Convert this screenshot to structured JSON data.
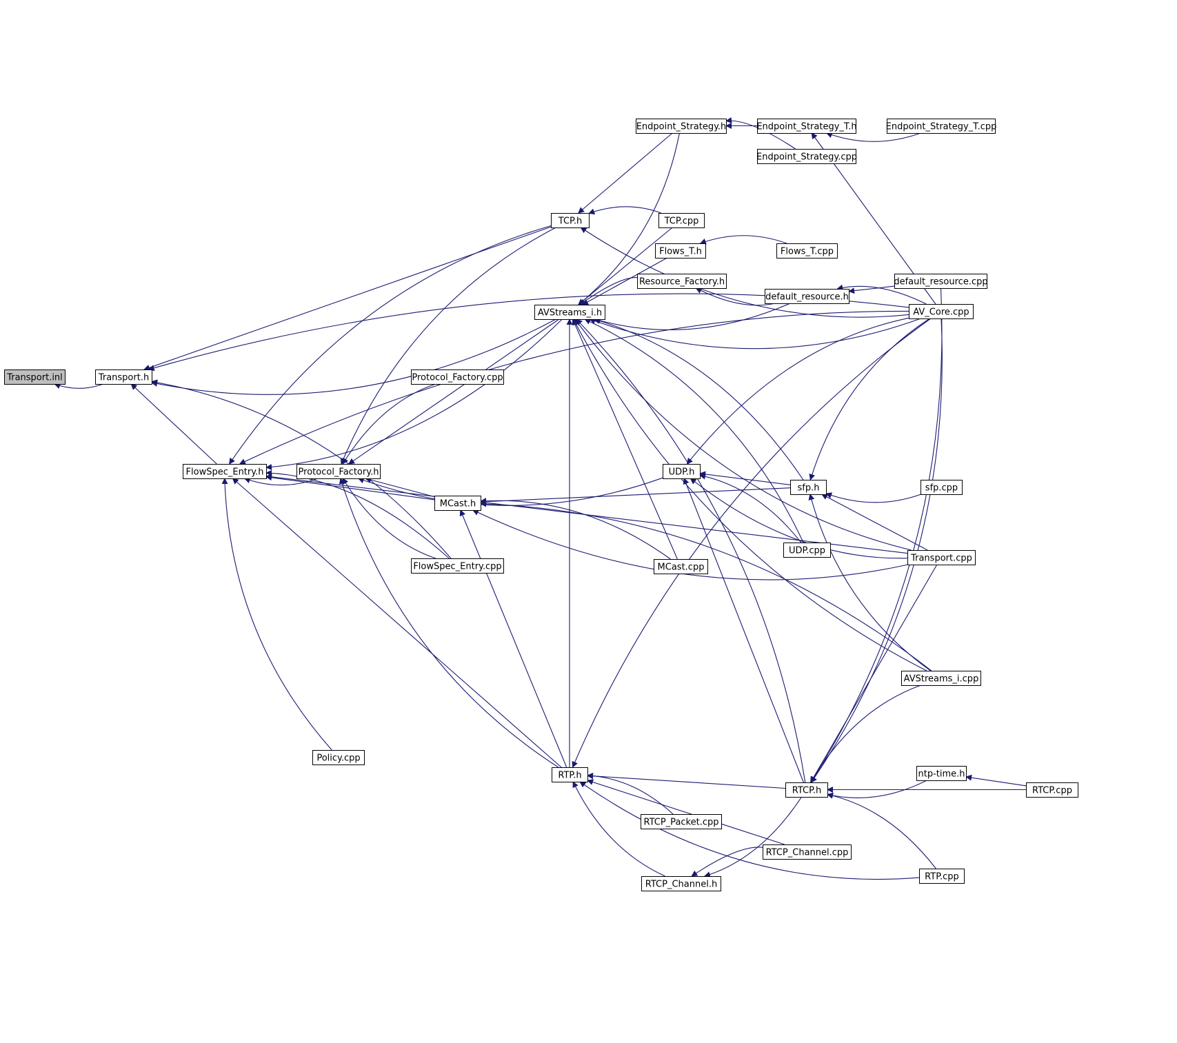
{
  "graph": {
    "title": "",
    "colors": {
      "edge": "#191970",
      "node_fill": "#ffffff",
      "root_fill": "#bfbfbf",
      "border": "#000000"
    },
    "nodes": [
      {
        "id": "transport_inl",
        "label": "Transport.inl",
        "root": true
      },
      {
        "id": "transport_h",
        "label": "Transport.h"
      },
      {
        "id": "flowspec_entry_h",
        "label": "FlowSpec_Entry.h"
      },
      {
        "id": "protocol_factory_h",
        "label": "Protocol_Factory.h"
      },
      {
        "id": "protocol_factory_cpp",
        "label": "Protocol_Factory.cpp"
      },
      {
        "id": "mcast_h",
        "label": "MCast.h"
      },
      {
        "id": "flowspec_entry_cpp",
        "label": "FlowSpec_Entry.cpp"
      },
      {
        "id": "policy_cpp",
        "label": "Policy.cpp"
      },
      {
        "id": "tcp_h",
        "label": "TCP.h"
      },
      {
        "id": "tcp_cpp",
        "label": "TCP.cpp"
      },
      {
        "id": "avstreams_i_h",
        "label": "AVStreams_i.h"
      },
      {
        "id": "endpoint_strategy_h",
        "label": "Endpoint_Strategy.h"
      },
      {
        "id": "endpoint_strategy_t_h",
        "label": "Endpoint_Strategy_T.h"
      },
      {
        "id": "endpoint_strategy_t_cpp",
        "label": "Endpoint_Strategy_T.cpp"
      },
      {
        "id": "endpoint_strategy_cpp",
        "label": "Endpoint_Strategy.cpp"
      },
      {
        "id": "flows_t_h",
        "label": "Flows_T.h"
      },
      {
        "id": "flows_t_cpp",
        "label": "Flows_T.cpp"
      },
      {
        "id": "resource_factory_h",
        "label": "Resource_Factory.h"
      },
      {
        "id": "default_resource_h",
        "label": "default_resource.h"
      },
      {
        "id": "default_resource_cpp",
        "label": "default_resource.cpp"
      },
      {
        "id": "av_core_cpp",
        "label": "AV_Core.cpp"
      },
      {
        "id": "udp_h",
        "label": "UDP.h"
      },
      {
        "id": "sfp_h",
        "label": "sfp.h"
      },
      {
        "id": "sfp_cpp",
        "label": "sfp.cpp"
      },
      {
        "id": "udp_cpp",
        "label": "UDP.cpp"
      },
      {
        "id": "mcast_cpp",
        "label": "MCast.cpp"
      },
      {
        "id": "transport_cpp",
        "label": "Transport.cpp"
      },
      {
        "id": "avstreams_i_cpp",
        "label": "AVStreams_i.cpp"
      },
      {
        "id": "rtp_h",
        "label": "RTP.h"
      },
      {
        "id": "rtcp_h",
        "label": "RTCP.h"
      },
      {
        "id": "ntp_time_h",
        "label": "ntp-time.h"
      },
      {
        "id": "rtcp_cpp",
        "label": "RTCP.cpp"
      },
      {
        "id": "rtcp_packet_cpp",
        "label": "RTCP_Packet.cpp"
      },
      {
        "id": "rtcp_channel_cpp",
        "label": "RTCP_Channel.cpp"
      },
      {
        "id": "rtcp_channel_h",
        "label": "RTCP_Channel.h"
      },
      {
        "id": "rtp_cpp",
        "label": "RTP.cpp"
      }
    ],
    "edges": [
      [
        "transport_h",
        "transport_inl"
      ],
      [
        "flowspec_entry_h",
        "transport_h"
      ],
      [
        "flowspec_entry_cpp",
        "transport_h"
      ],
      [
        "avstreams_i_h",
        "transport_h"
      ],
      [
        "tcp_h",
        "transport_h"
      ],
      [
        "av_core_cpp",
        "transport_h"
      ],
      [
        "protocol_factory_h",
        "flowspec_entry_h"
      ],
      [
        "mcast_h",
        "flowspec_entry_h"
      ],
      [
        "flowspec_entry_cpp",
        "flowspec_entry_h"
      ],
      [
        "policy_cpp",
        "flowspec_entry_h"
      ],
      [
        "rtp_h",
        "flowspec_entry_h"
      ],
      [
        "tcp_h",
        "flowspec_entry_h"
      ],
      [
        "avstreams_i_h",
        "flowspec_entry_h"
      ],
      [
        "transport_cpp",
        "flowspec_entry_h"
      ],
      [
        "av_core_cpp",
        "flowspec_entry_h"
      ],
      [
        "udp_h",
        "protocol_factory_h"
      ],
      [
        "mcast_h",
        "protocol_factory_h"
      ],
      [
        "protocol_factory_cpp",
        "protocol_factory_h"
      ],
      [
        "flowspec_entry_cpp",
        "protocol_factory_h"
      ],
      [
        "avstreams_i_h",
        "protocol_factory_h"
      ],
      [
        "tcp_h",
        "protocol_factory_h"
      ],
      [
        "rtp_h",
        "protocol_factory_h"
      ],
      [
        "endpoint_strategy_h",
        "tcp_h"
      ],
      [
        "tcp_cpp",
        "tcp_h"
      ],
      [
        "av_core_cpp",
        "tcp_h"
      ],
      [
        "endpoint_strategy_t_h",
        "endpoint_strategy_h"
      ],
      [
        "endpoint_strategy_cpp",
        "endpoint_strategy_h"
      ],
      [
        "endpoint_strategy_t_cpp",
        "endpoint_strategy_t_h"
      ],
      [
        "av_core_cpp",
        "endpoint_strategy_t_h"
      ],
      [
        "flows_t_cpp",
        "flows_t_h"
      ],
      [
        "default_resource_h",
        "resource_factory_h"
      ],
      [
        "default_resource_cpp",
        "default_resource_h"
      ],
      [
        "av_core_cpp",
        "default_resource_h"
      ],
      [
        "endpoint_strategy_h",
        "avstreams_i_h"
      ],
      [
        "flows_t_h",
        "avstreams_i_h"
      ],
      [
        "resource_factory_h",
        "avstreams_i_h"
      ],
      [
        "default_resource_h",
        "avstreams_i_h"
      ],
      [
        "tcp_cpp",
        "avstreams_i_h"
      ],
      [
        "sfp_h",
        "avstreams_i_h"
      ],
      [
        "transport_cpp",
        "avstreams_i_h"
      ],
      [
        "mcast_cpp",
        "avstreams_i_h"
      ],
      [
        "udp_cpp",
        "avstreams_i_h"
      ],
      [
        "avstreams_i_cpp",
        "avstreams_i_h"
      ],
      [
        "rtp_h",
        "avstreams_i_h"
      ],
      [
        "rtcp_h",
        "avstreams_i_h"
      ],
      [
        "av_core_cpp",
        "avstreams_i_h"
      ],
      [
        "sfp_h",
        "udp_h"
      ],
      [
        "udp_cpp",
        "udp_h"
      ],
      [
        "transport_cpp",
        "udp_h"
      ],
      [
        "rtcp_h",
        "udp_h"
      ],
      [
        "av_core_cpp",
        "udp_h"
      ],
      [
        "sfp_cpp",
        "sfp_h"
      ],
      [
        "transport_cpp",
        "sfp_h"
      ],
      [
        "av_core_cpp",
        "sfp_h"
      ],
      [
        "avstreams_i_cpp",
        "sfp_h"
      ],
      [
        "sfp_h",
        "mcast_h"
      ],
      [
        "mcast_cpp",
        "mcast_h"
      ],
      [
        "transport_cpp",
        "mcast_h"
      ],
      [
        "rtp_h",
        "mcast_h"
      ],
      [
        "avstreams_i_cpp",
        "mcast_h"
      ],
      [
        "rtp_cpp",
        "rtp_h"
      ],
      [
        "rtcp_h",
        "rtp_h"
      ],
      [
        "rtcp_packet_cpp",
        "rtp_h"
      ],
      [
        "rtcp_channel_h",
        "rtp_h"
      ],
      [
        "rtcp_channel_cpp",
        "rtp_h"
      ],
      [
        "av_core_cpp",
        "rtp_h"
      ],
      [
        "ntp_time_h",
        "rtcp_h"
      ],
      [
        "rtcp_cpp",
        "rtcp_h"
      ],
      [
        "rtp_cpp",
        "rtcp_h"
      ],
      [
        "av_core_cpp",
        "rtcp_h"
      ],
      [
        "transport_cpp",
        "rtcp_h"
      ],
      [
        "avstreams_i_cpp",
        "rtcp_h"
      ],
      [
        "default_resource_cpp",
        "rtcp_h"
      ],
      [
        "rtcp_cpp",
        "ntp_time_h"
      ],
      [
        "rtcp_channel_cpp",
        "rtcp_channel_h"
      ],
      [
        "rtcp_h",
        "rtcp_channel_h"
      ]
    ]
  }
}
